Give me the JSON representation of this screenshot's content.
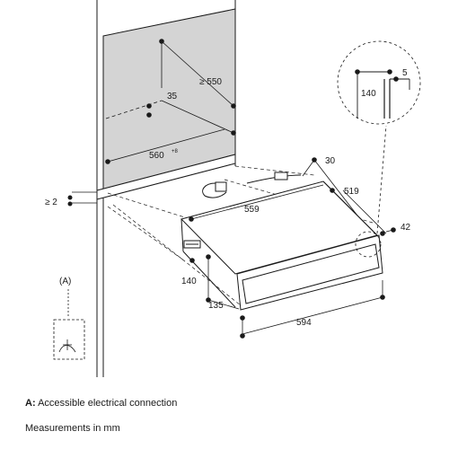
{
  "dimensions": {
    "min_height_niche": "≥ 550",
    "inner_offset": "35",
    "niche_width": "560",
    "niche_width_tolerance": "+8",
    "min_gap": "≥ 2",
    "top_offset": "30",
    "depth": "519",
    "body_width": "559",
    "front_overhang": "42",
    "drawer_height": "140",
    "front_height": "135",
    "front_width": "594",
    "detail_height": "140",
    "detail_offset": "5"
  },
  "callout_label": "(A)",
  "legend": {
    "key": "A:",
    "description": "Accessible electrical connection",
    "units_note": "Measurements in mm"
  }
}
